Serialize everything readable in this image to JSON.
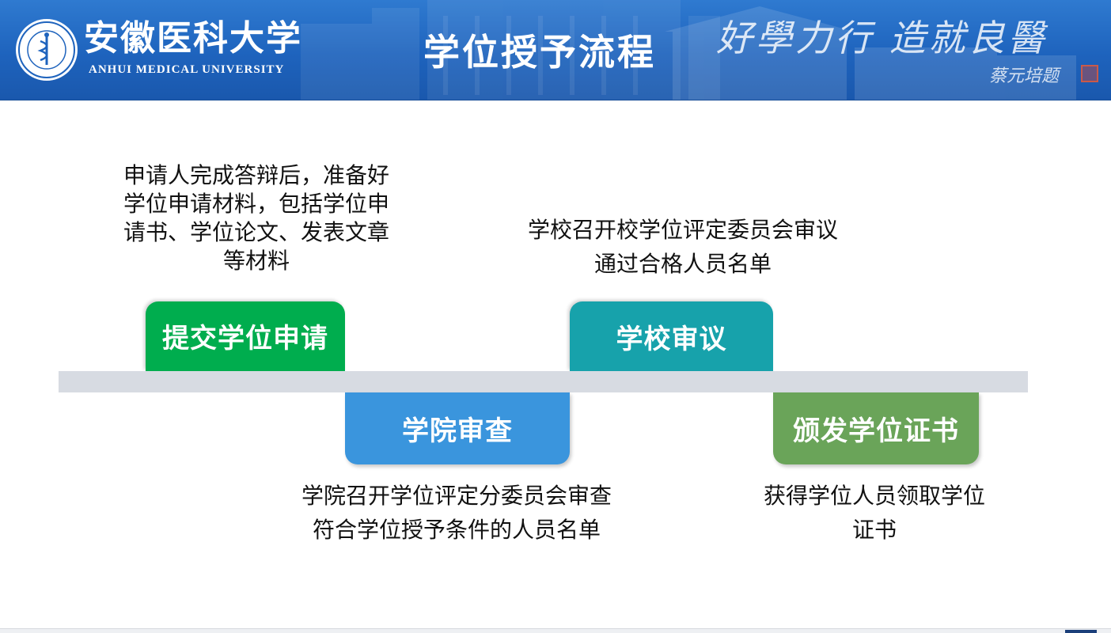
{
  "header": {
    "university_cn": "安徽医科大学",
    "university_en": "ANHUI MEDICAL UNIVERSITY",
    "page_title": "学位授予流程",
    "motto": "好學力行 造就良醫",
    "signature": "蔡元培题"
  },
  "colors": {
    "header_blue": "#1e63bd",
    "step_submit": "#00ad4e",
    "step_college": "#3a95dd",
    "step_school": "#17a2ab",
    "step_certificate": "#6aa459",
    "timeline": "#d7dbe2"
  },
  "steps": [
    {
      "label": "提交学位申请",
      "description": "申请人完成答辩后，准备好学位申请材料，包括学位申请书、学位论文、发表文章等材料"
    },
    {
      "label": "学院审查",
      "description_lines": [
        "学院召开学位评定分委员会审查",
        "符合学位授予条件的人员名单"
      ]
    },
    {
      "label": "学校审议",
      "description_lines": [
        "学校召开校学位评定委员会审议",
        "通过合格人员名单"
      ]
    },
    {
      "label": "颁发学位证书",
      "description_lines": [
        "获得学位人员领取学位",
        "证书"
      ]
    }
  ]
}
